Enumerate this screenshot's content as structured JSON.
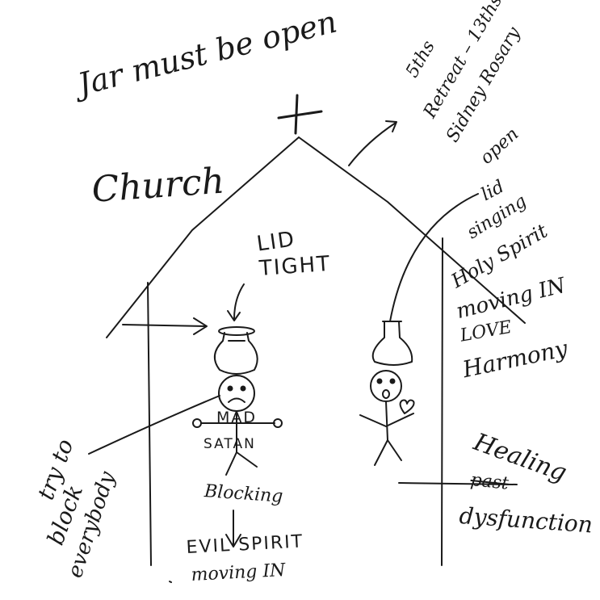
{
  "notes": {
    "jar": "Jar must be open",
    "retreat_line1": "5ths",
    "retreat_line2": "Retreat – 13ths",
    "retreat_line3": "Sidney Rosary",
    "church": "Church",
    "lid_tight_1": "LID",
    "lid_tight_2": "TIGHT",
    "open_lid_1": "open",
    "open_lid_2": "lid",
    "open_lid_3": "singing",
    "holy_spirit": "Holy Spirit",
    "moving_in": "moving IN",
    "love": "LOVE",
    "harmony": "Harmony",
    "mad": "MAD",
    "satan": "SATAN",
    "try_to": "try to",
    "block": "block",
    "everybody": "everybody",
    "blocking": "Blocking",
    "evil_spirit": "EVIL SPIRIT",
    "evil_moving_in": "moving IN",
    "healing": "Healing",
    "past": "past",
    "dysfunction": "dysfunction"
  },
  "colors": {
    "ink": "#1a1a1a",
    "paper": "#ffffff"
  },
  "icons": [
    "cross-icon",
    "closed-jar-icon",
    "open-jar-icon",
    "sad-face-icon",
    "surprised-face-icon",
    "small-heart-icon"
  ]
}
